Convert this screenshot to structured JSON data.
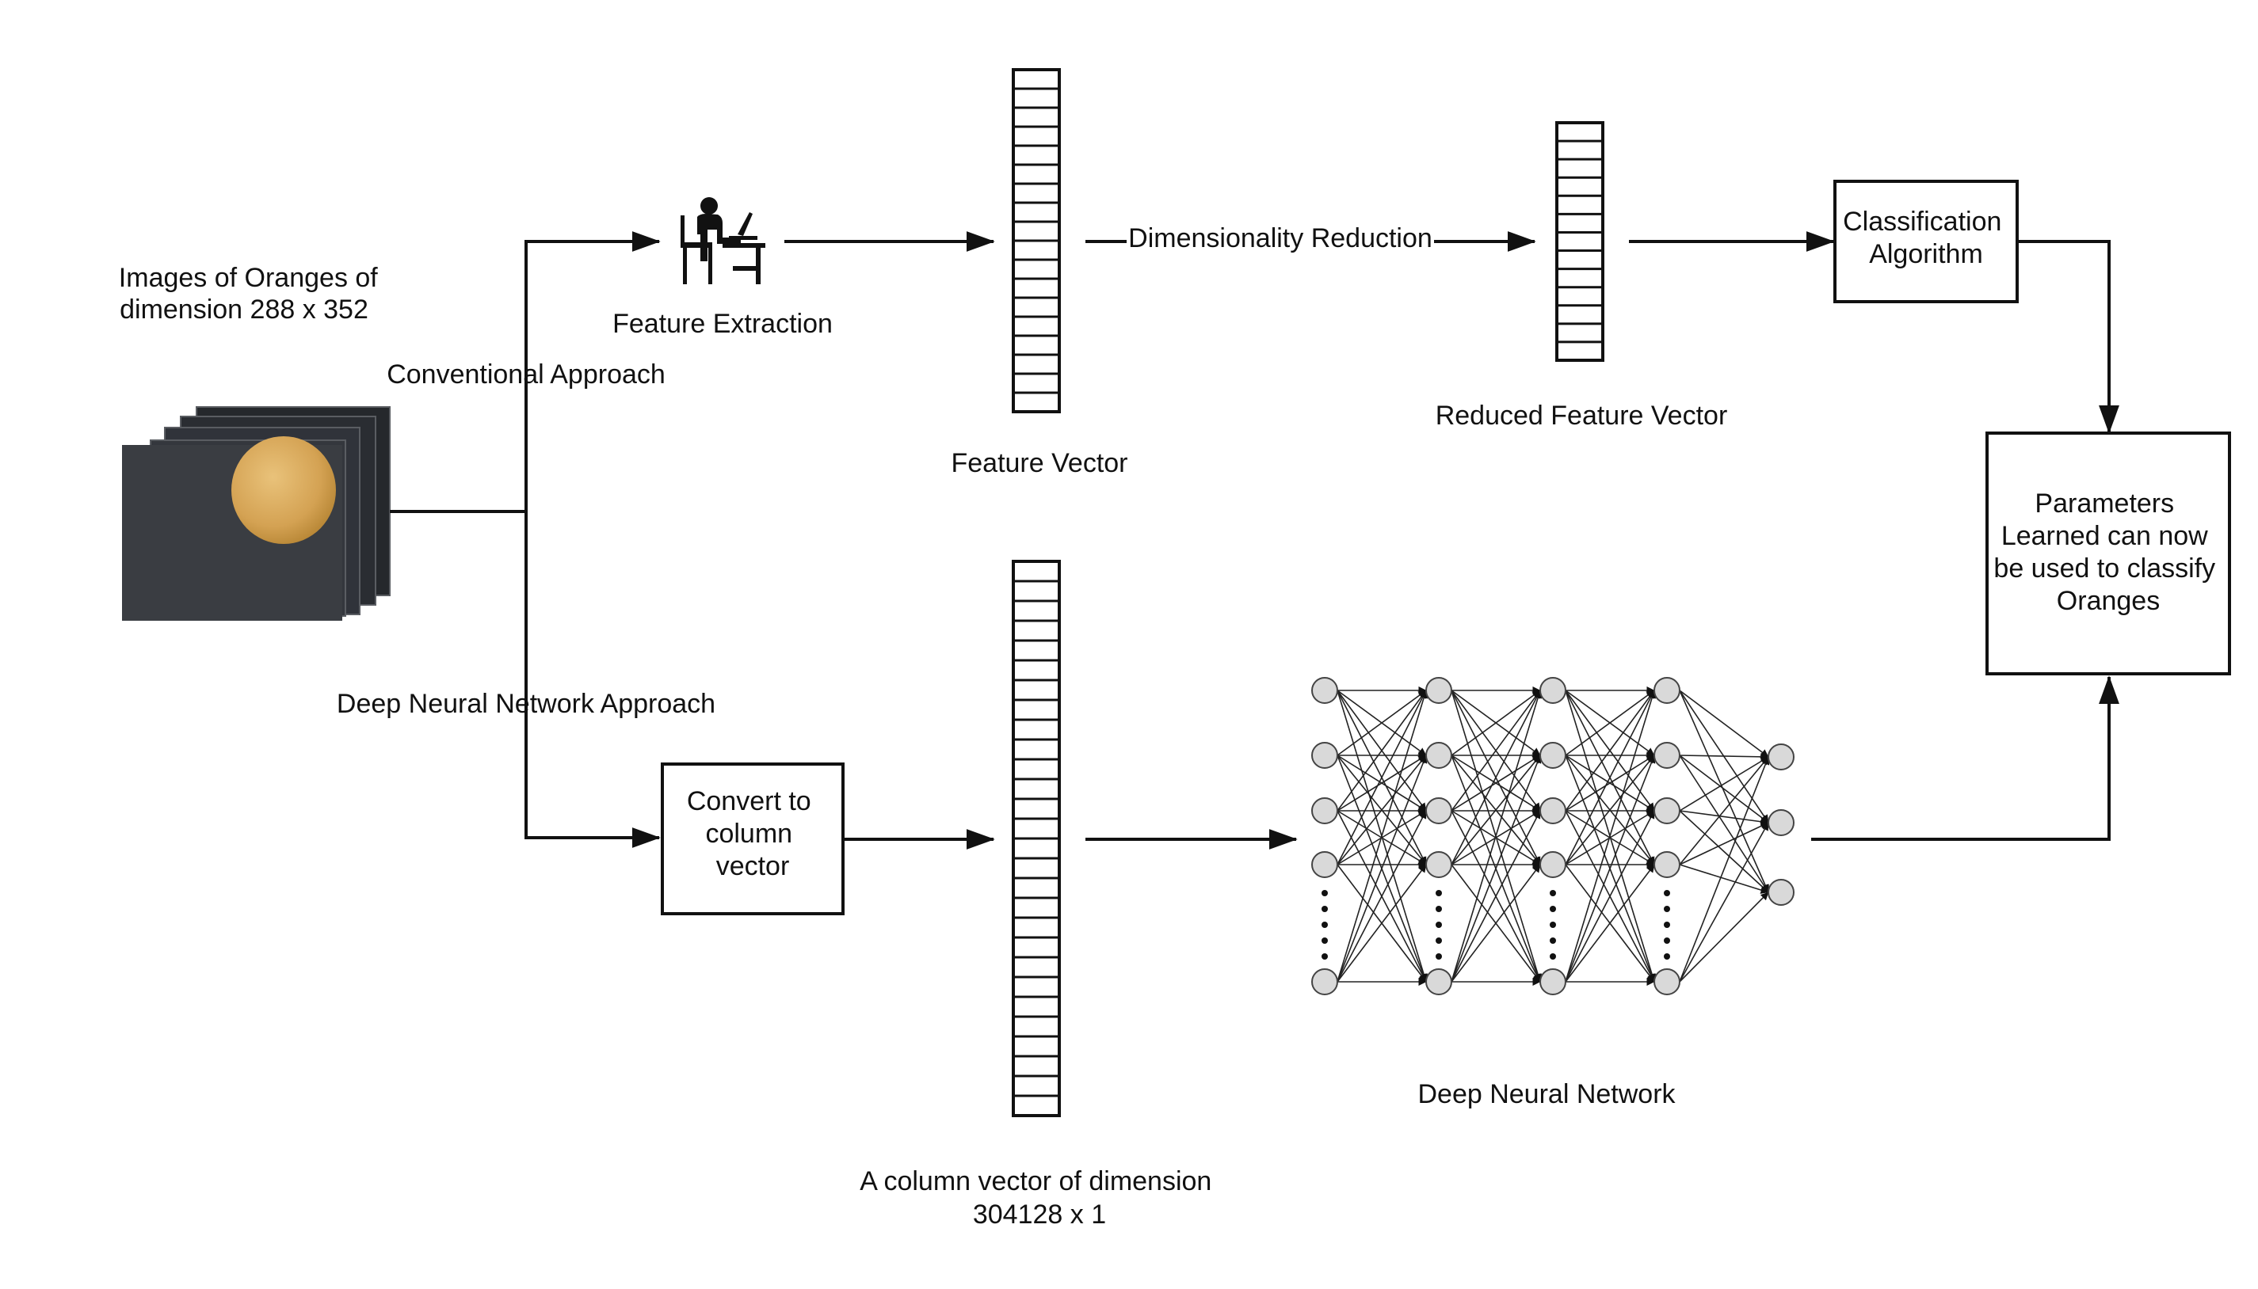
{
  "labels": {
    "images_caption_line1": "Images of Oranges of",
    "images_caption_line2": "dimension 288 x 352",
    "conventional_approach": "Conventional Approach",
    "deep_approach": "Deep Neural Network Approach",
    "feature_extraction": "Feature Extraction",
    "feature_vector": "Feature Vector",
    "dimensionality_reduction": "Dimensionality Reduction",
    "reduced_feature_vector": "Reduced Feature Vector",
    "classification_line1": "Classification",
    "classification_line2": "Algorithm",
    "parameters_line1": "Parameters",
    "parameters_line2": "Learned can now",
    "parameters_line3": "be used to classify",
    "parameters_line4": "Oranges",
    "convert_line1": "Convert to",
    "convert_line2": "column",
    "convert_line3": "vector",
    "column_vector_line1": "A  column vector of dimension",
    "column_vector_line2": "304128 x 1",
    "deep_neural_network": "Deep Neural Network"
  },
  "colors": {
    "line": "#111111",
    "photo_background": "#3a3d42",
    "orange": "#d9a85a",
    "neuron_fill": "#d9d9d9"
  },
  "icons": [
    "person-at-laptop-icon",
    "orange-photo-stack"
  ]
}
